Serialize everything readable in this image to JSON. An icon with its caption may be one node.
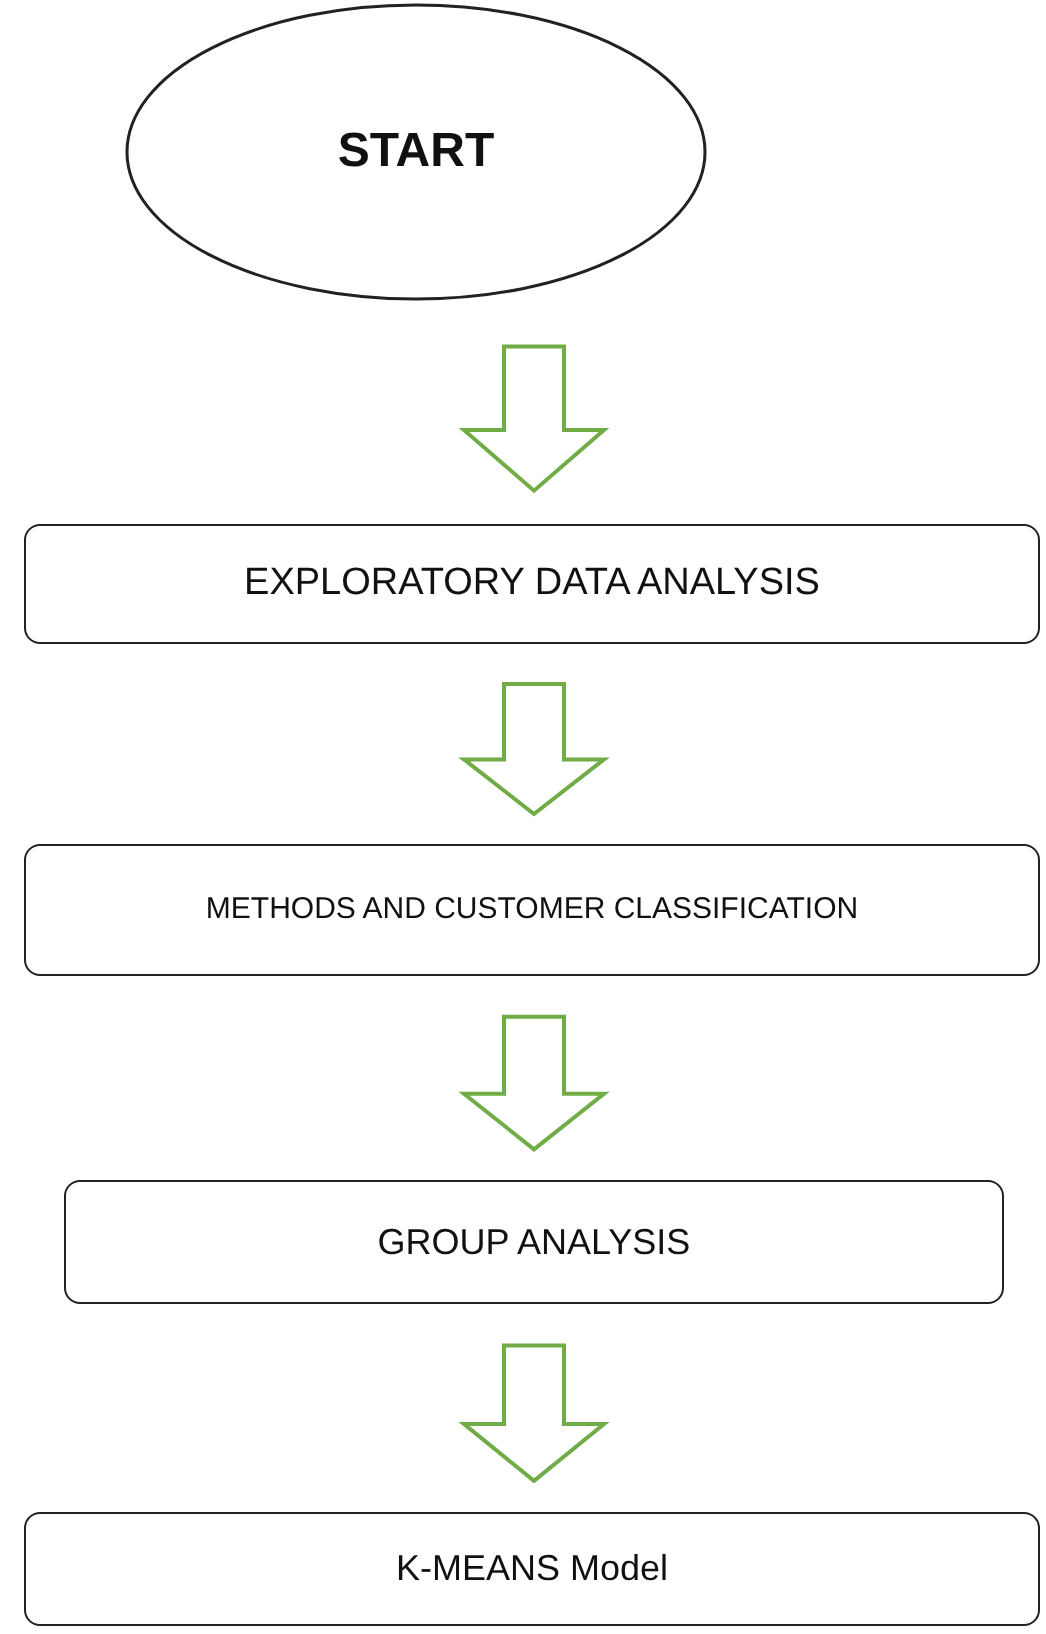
{
  "diagram": {
    "nodes": [
      {
        "text": [
          "START"
        ]
      },
      {
        "text": [
          "EXPLORATORY DATA ANALYSIS"
        ]
      },
      {
        "text": [
          "METHODS AND CUSTOMER CLASSIFICATION"
        ]
      },
      {
        "text": [
          "GROUP ANALYSIS"
        ]
      },
      {
        "text": [
          "K-MEANS Model"
        ]
      }
    ],
    "edges": [
      {
        "from": 0,
        "to": 1,
        "arrow": "to"
      },
      {
        "from": 1,
        "to": 2,
        "arrow": "to"
      },
      {
        "from": 2,
        "to": 3,
        "arrow": "to"
      },
      {
        "from": 3,
        "to": 4,
        "arrow": "to"
      }
    ]
  }
}
